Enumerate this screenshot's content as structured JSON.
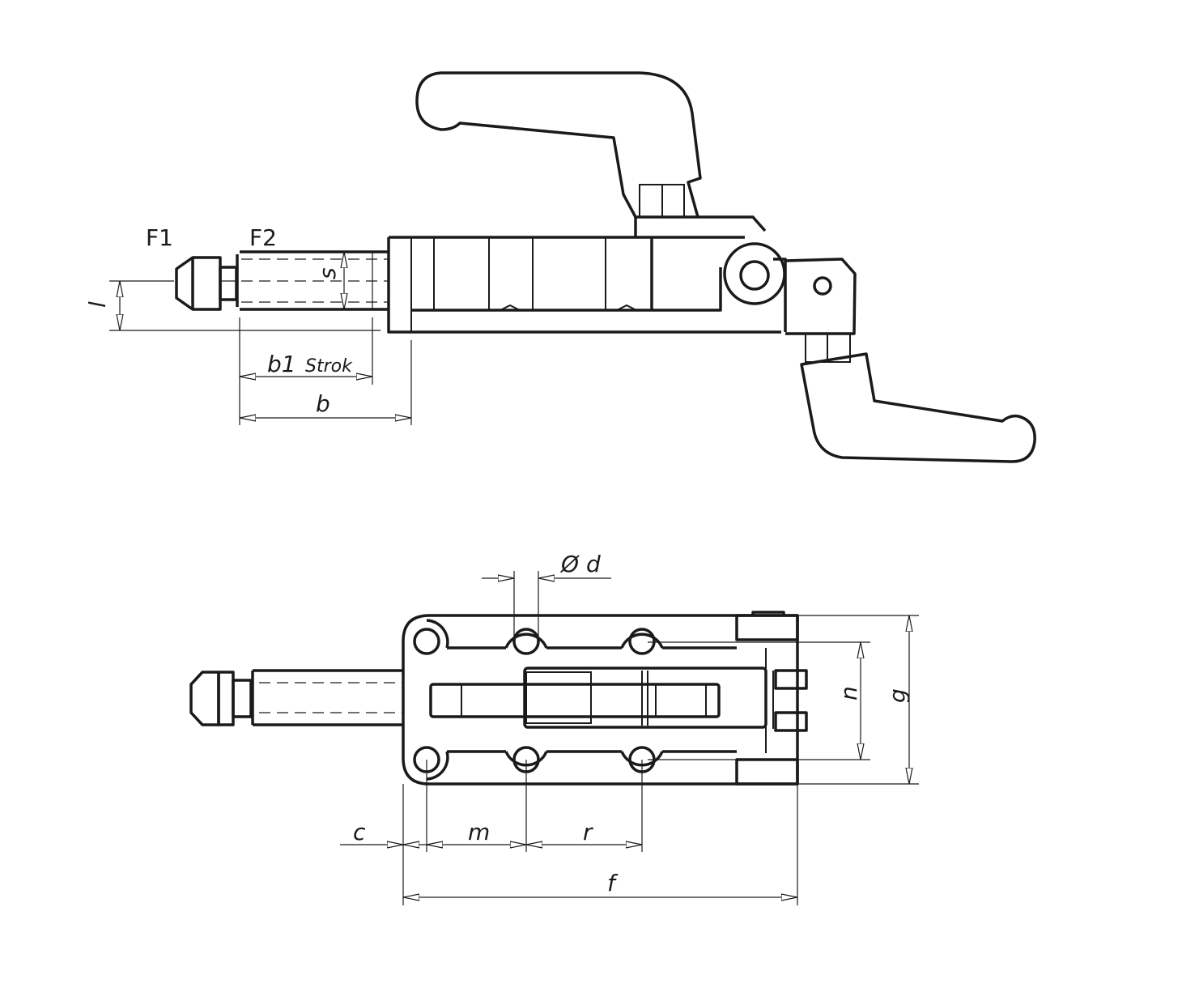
{
  "side_view": {
    "labels": {
      "f1": "F1",
      "f2": "F2",
      "l": "l",
      "s": "s",
      "b1": "b1",
      "strok": "Strok",
      "b": "b"
    }
  },
  "top_view": {
    "labels": {
      "d": "Ø d",
      "n": "n",
      "g": "g",
      "c": "c",
      "m": "m",
      "r": "r",
      "f": "f"
    }
  },
  "colors": {
    "line": "#1a1a1a",
    "background": "#ffffff"
  }
}
